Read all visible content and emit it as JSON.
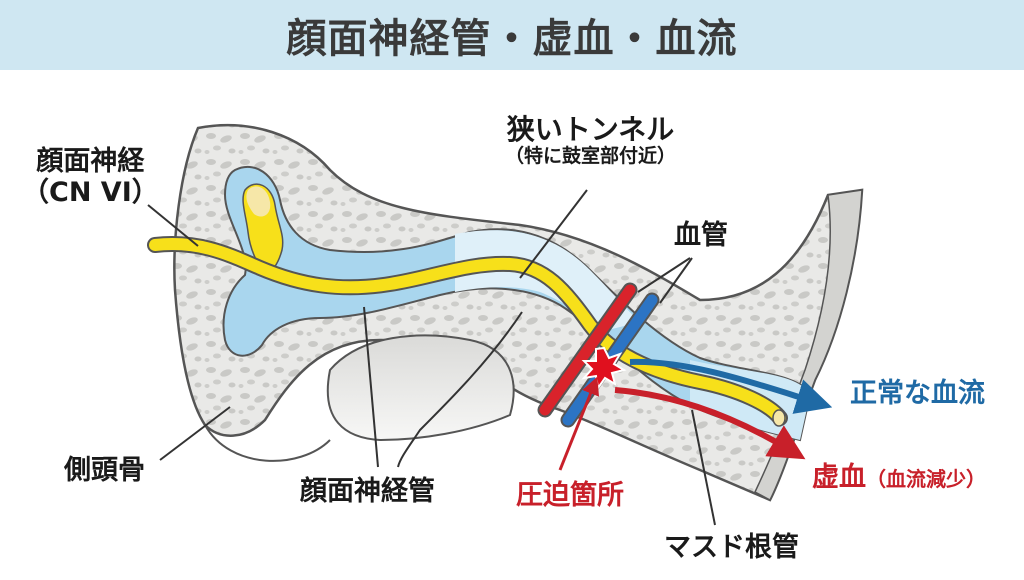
{
  "title": "顔面神経管・虚血・血流",
  "colors": {
    "title_bg": "#cfe7f2",
    "title_text": "#3a3a3a",
    "bone": "#e9e9e7",
    "bone_outline": "#555555",
    "bone_pores": "#c9c9c6",
    "canal": "#a9d6ee",
    "canal_light": "#dff0f9",
    "nerve": "#f7e01a",
    "artery": "#d9232b",
    "vein": "#2c74c4",
    "normal_flow": "#1f6aa5",
    "ischemia": "#c8202a",
    "compression": "#e0101e"
  },
  "labels": {
    "facial_nerve": "顔面神経",
    "facial_nerve_sub": "（CN VI）",
    "narrow_tunnel": "狭いトンネル",
    "narrow_tunnel_sub": "（特に鼓室部付近）",
    "blood_vessel": "血管",
    "normal_flow": "正常な血流",
    "ischemia": "虚血",
    "ischemia_sub": "（血流減少）",
    "temporal_bone": "側頭骨",
    "facial_canal": "顔面神経管",
    "compression_site": "圧迫箇所",
    "mastoid_canal": "マスド根管"
  },
  "icons": {
    "compression": "starburst-icon",
    "normal_flow_arrow": "arrow-right-icon",
    "ischemia_arrow": "arrow-down-right-icon"
  }
}
